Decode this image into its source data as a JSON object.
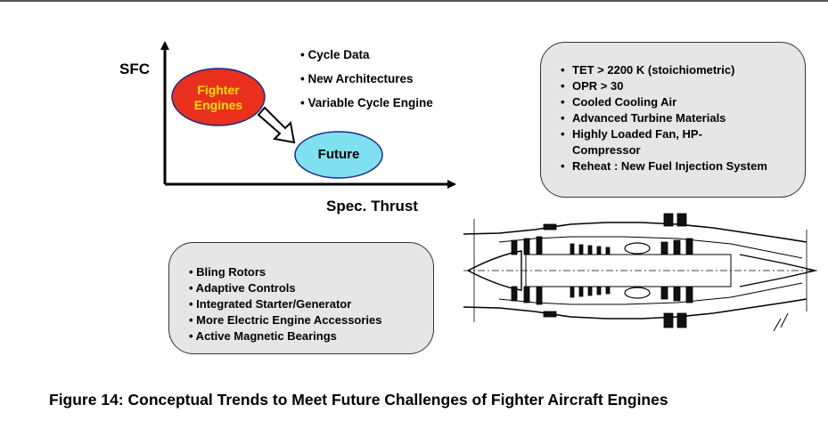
{
  "chart": {
    "y_axis_label": "SFC",
    "x_axis_label": "Spec. Thrust",
    "fighter_label_line1": "Fighter",
    "fighter_label_line2": "Engines",
    "future_label": "Future",
    "fighter_color": "#e8301c",
    "future_color": "#7fe0f0"
  },
  "trend_bullets": [
    "• Cycle Data",
    "• New Architectures",
    "• Variable Cycle  Engine"
  ],
  "right_box": {
    "items": [
      "TET > 2200 K (stoichiometric)",
      "OPR > 30",
      "Cooled Cooling Air",
      "Advanced Turbine Materials",
      "Highly Loaded Fan, HP-",
      "Reheat : New Fuel Injection System"
    ],
    "continuation": "Compressor"
  },
  "left_box": {
    "items": [
      "• Bling Rotors",
      "• Adaptive Controls",
      "• Integrated Starter/Generator",
      "• More Electric Engine Accessories",
      "• Active Magnetic Bearings"
    ]
  },
  "caption": "Figure 14: Conceptual Trends to Meet Future Challenges of Fighter Aircraft Engines"
}
